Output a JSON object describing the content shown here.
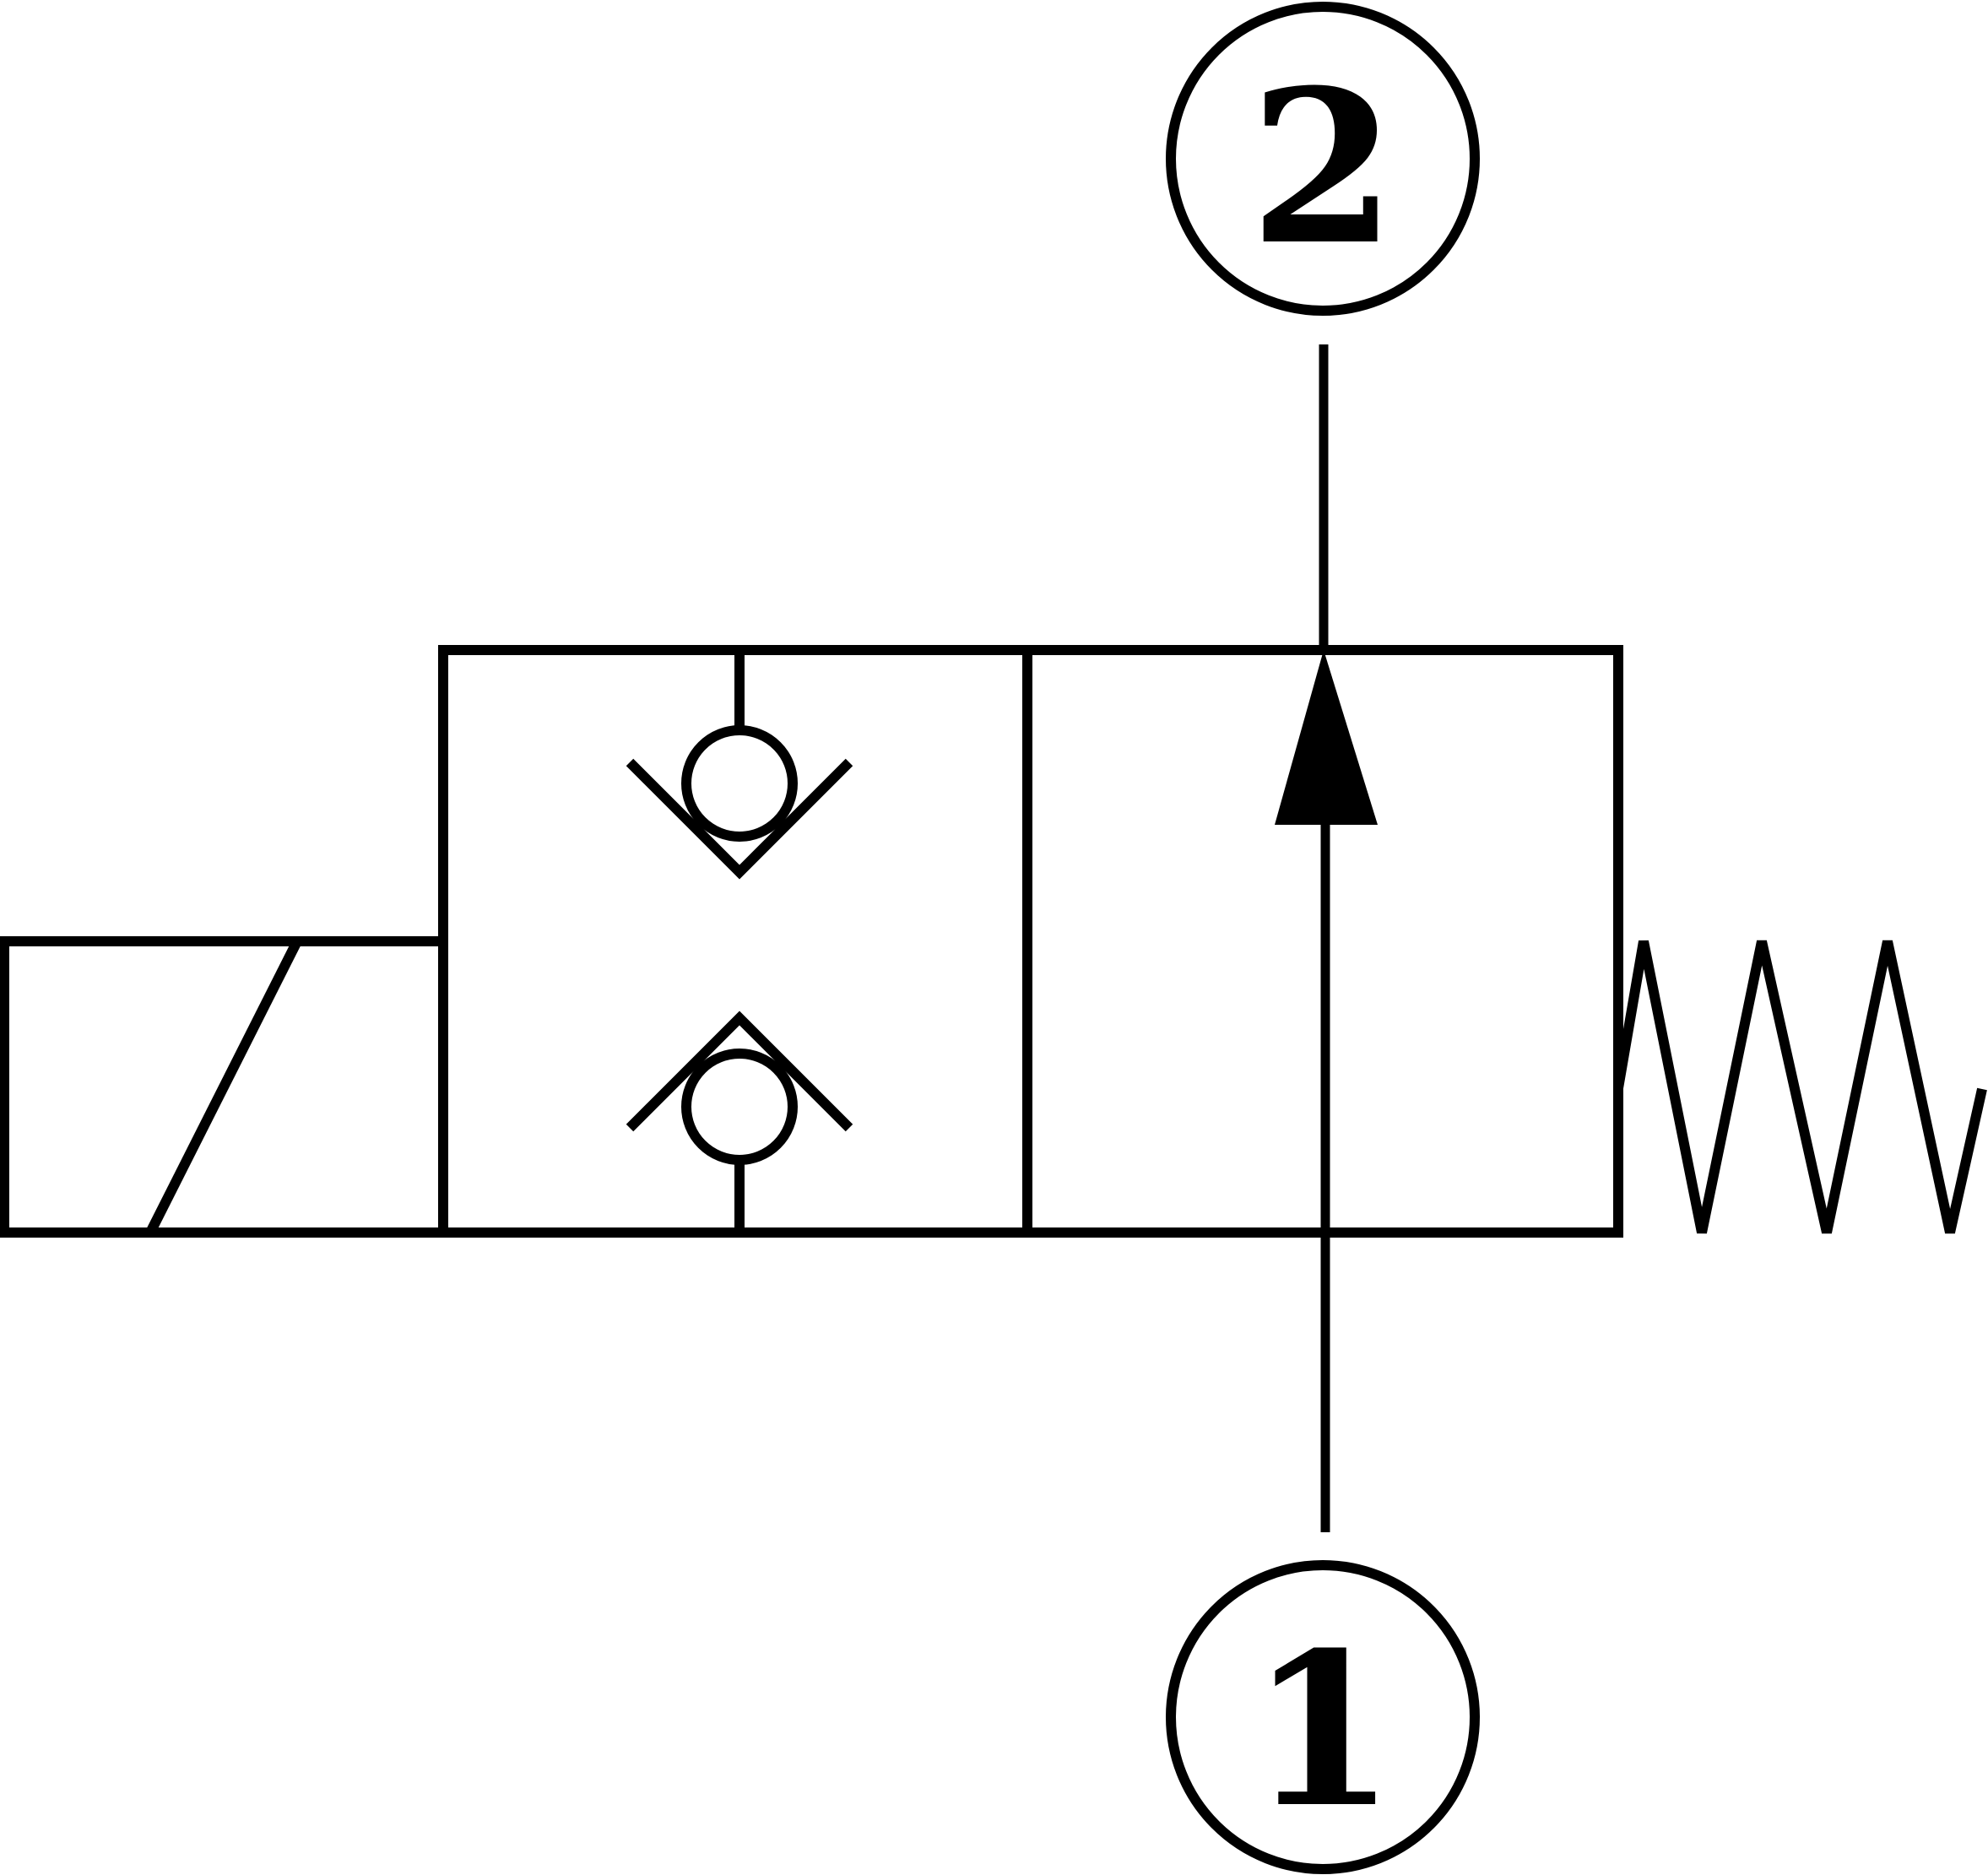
{
  "diagram": {
    "ports": [
      {
        "id": "port-2",
        "label": "2"
      },
      {
        "id": "port-1",
        "label": "1"
      }
    ],
    "components": {
      "solenoid": "solenoid-actuator-icon",
      "check_valves": "check-valve-icon",
      "flow_arrow": "flow-arrow-icon",
      "spring": "spring-return-icon"
    },
    "colors": {
      "line": "#000000",
      "background": "#ffffff"
    }
  }
}
